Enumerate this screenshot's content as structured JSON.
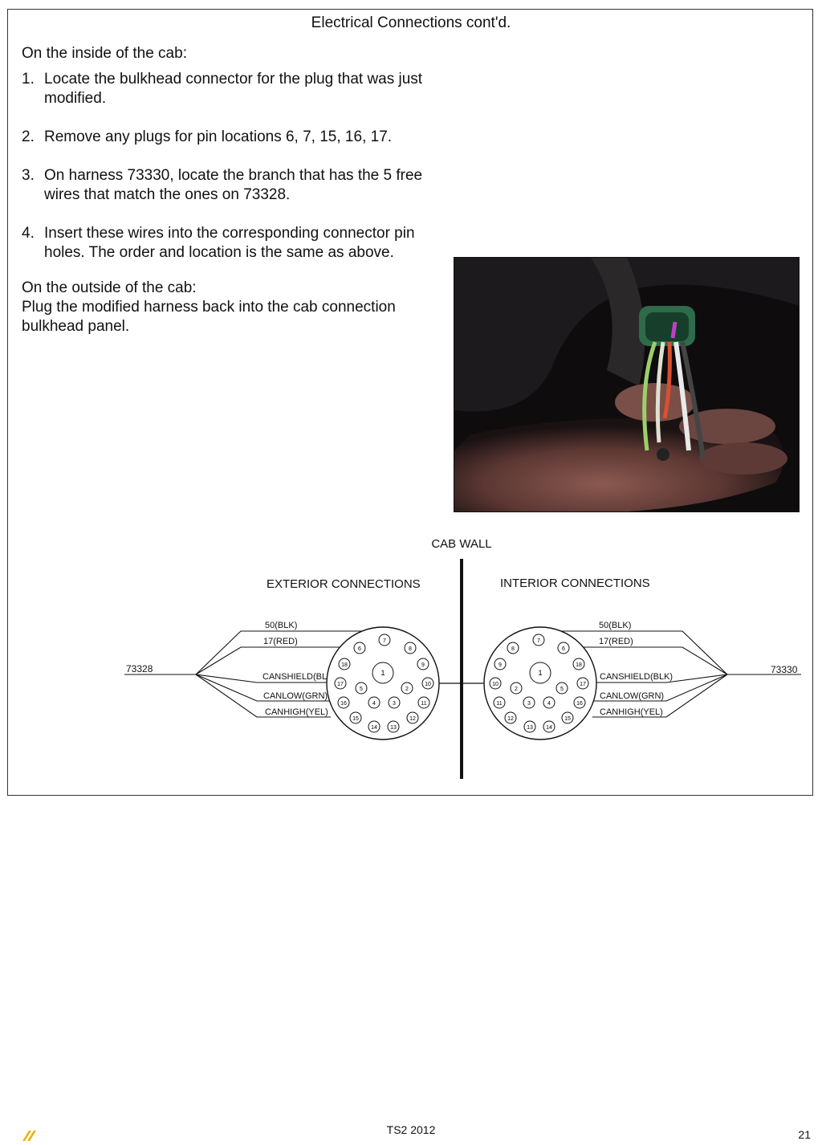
{
  "page": {
    "title": "Electrical Connections cont'd.",
    "inside_heading": "On the inside of the cab:",
    "steps": [
      {
        "num": "1.",
        "text": "Locate the bulkhead connector for the plug that was just modified."
      },
      {
        "num": "2.",
        "text": "Remove any plugs for pin locations 6, 7, 15, 16, 17."
      },
      {
        "num": "3.",
        "text": "On harness 73330, locate the branch that has the 5 free wires that match the ones on 73328."
      },
      {
        "num": "4.",
        "text": "Insert these wires into the corresponding connector pin holes. The order and location is the same as above."
      }
    ],
    "outside_heading": "On the outside of the cab:",
    "outside_text": "Plug the modified harness back into the cab connection bulkhead panel."
  },
  "diagram": {
    "cab_wall": "CAB WALL",
    "exterior_title": "EXTERIOR CONNECTIONS",
    "interior_title": "INTERIOR CONNECTIONS",
    "exterior_harness": "73328",
    "interior_harness": "73330",
    "wires": [
      "50(BLK)",
      "17(RED)",
      "CANSHIELD(BLK)",
      "CANLOW(GRN)",
      "CANHIGH(YEL)"
    ],
    "pins": [
      "1",
      "2",
      "3",
      "4",
      "5",
      "6",
      "7",
      "8",
      "9",
      "10",
      "11",
      "12",
      "13",
      "14",
      "15",
      "16",
      "17",
      "18"
    ]
  },
  "footer": {
    "center": "TS2 2012",
    "page_number": "21"
  },
  "photo": {
    "icon": "wire-harness-photo"
  }
}
